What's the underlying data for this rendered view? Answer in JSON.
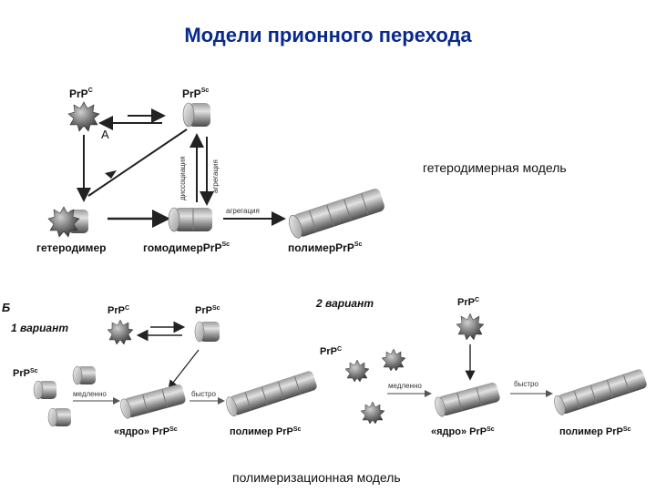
{
  "title": "Модели прионного перехода",
  "top": {
    "label_prpc": "PrP",
    "label_prpc_sup": "C",
    "label_prpsc": "PrP",
    "label_prpsc_sup": "Sc",
    "letter_a": "A",
    "dissociation": "диссоциация",
    "aggregation_v": "агрегация",
    "aggregation_h": "агрегация",
    "heterodimer": "гетеродимер",
    "homodimer": "гомодимерPrP",
    "homodimer_sup": "Sc",
    "polymer": "полимерPrP",
    "polymer_sup": "Sc",
    "model_name": "гетеродимерная модель"
  },
  "bottom": {
    "letter_b": "Б",
    "variant1": "1 вариант",
    "variant2": "2 вариант",
    "v1_prpc": "PrP",
    "v1_prpc_sup": "C",
    "v1_prpsc": "PrP",
    "v1_prpsc_sup": "Sc",
    "v1_prpsc_left": "PrP",
    "v1_prpsc_left_sup": "Sc",
    "v1_slow": "медленно",
    "v1_fast": "быстро",
    "v1_nucleus": "«ядро»  PrP",
    "v1_nucleus_sup": "Sc",
    "v1_polymer": "полимер PrP",
    "v1_polymer_sup": "Sc",
    "v2_prpc_top": "PrP",
    "v2_prpc_top_sup": "C",
    "v2_prpc_left": "PrP",
    "v2_prpc_left_sup": "C",
    "v2_slow": "медленно",
    "v2_fast": "быстро",
    "v2_nucleus": "«ядро» PrP",
    "v2_nucleus_sup": "Sc",
    "v2_polymer": "полимер PrP",
    "v2_polymer_sup": "Sc",
    "model_name": "полимеризационная модель"
  }
}
